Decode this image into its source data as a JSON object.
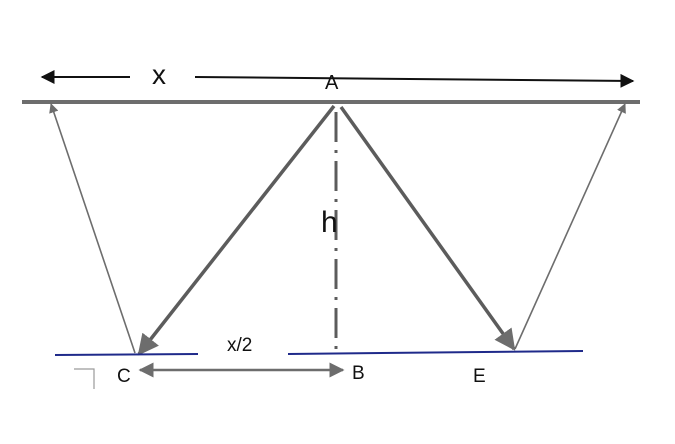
{
  "labels": {
    "x": "x",
    "a": "A",
    "h": "h",
    "x_half": "x/2",
    "b": "B",
    "c": "C",
    "e": "E"
  },
  "colors": {
    "line_gray": "#6d6d6d",
    "dark_gray": "#5c5c5c",
    "black": "#111111",
    "ground_blue": "#1f2a8a"
  }
}
